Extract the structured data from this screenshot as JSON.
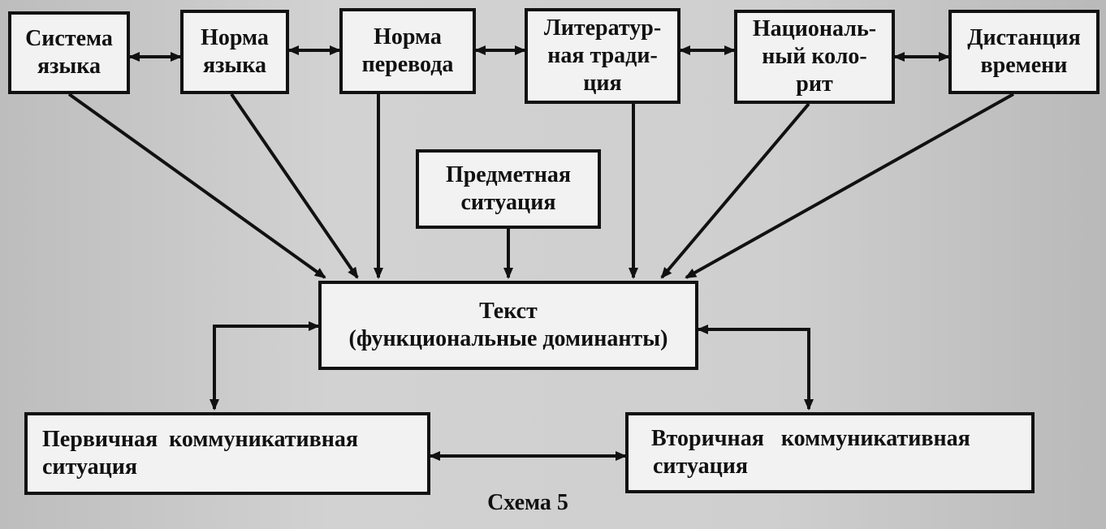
{
  "diagram": {
    "nodes": {
      "system": [
        "Система",
        "языка"
      ],
      "norm_lang": [
        "Норма",
        "языка"
      ],
      "norm_trans": [
        "Норма",
        "перевода"
      ],
      "literary": [
        "Литератур-",
        "ная тради-",
        "ция"
      ],
      "national": [
        "Националь-",
        "ный  коло-",
        "рит"
      ],
      "distance": [
        "Дистанция",
        "времени"
      ],
      "subject": [
        "Предметная",
        "ситуация"
      ],
      "text": [
        "Текст",
        "(функциональные доминанты)"
      ],
      "primary": [
        "Первичная  коммуникативная",
        "ситуация"
      ],
      "secondary": [
        "Вторичная   коммуникативная",
        "ситуация"
      ]
    },
    "caption": "Схема 5"
  }
}
